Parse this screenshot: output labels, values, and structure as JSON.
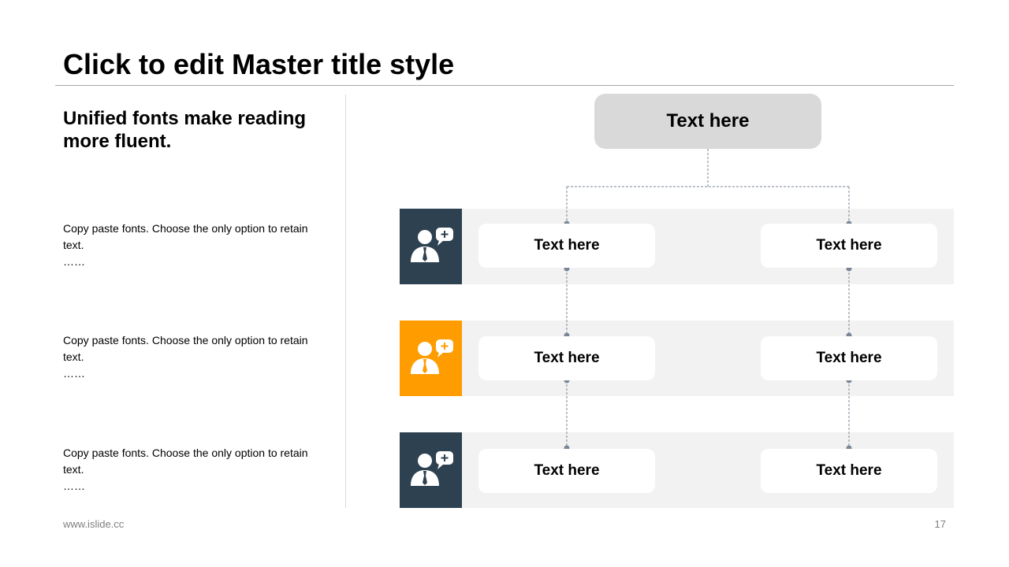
{
  "slide": {
    "title": "Click to edit Master title style",
    "subtitle": "Unified fonts make reading more fluent.",
    "descriptions": [
      {
        "text": "Copy paste fonts. Choose the only option to retain text.",
        "dots": "……"
      },
      {
        "text": "Copy paste fonts. Choose the only option to retain text.",
        "dots": "……"
      },
      {
        "text": "Copy paste fonts. Choose the only option to retain text.",
        "dots": "……"
      }
    ],
    "footer_url": "www.islide.cc",
    "page_number": "17"
  },
  "diagram": {
    "root_label": "Text here",
    "rows": [
      {
        "icon": "person-chat-icon",
        "color": "#2d4150",
        "left_label": "Text here",
        "right_label": "Text here"
      },
      {
        "icon": "person-chat-icon",
        "color": "#ff9c00",
        "left_label": "Text here",
        "right_label": "Text here"
      },
      {
        "icon": "person-chat-icon",
        "color": "#2d4150",
        "left_label": "Text here",
        "right_label": "Text here"
      }
    ],
    "connector_color": "#7a8697"
  }
}
